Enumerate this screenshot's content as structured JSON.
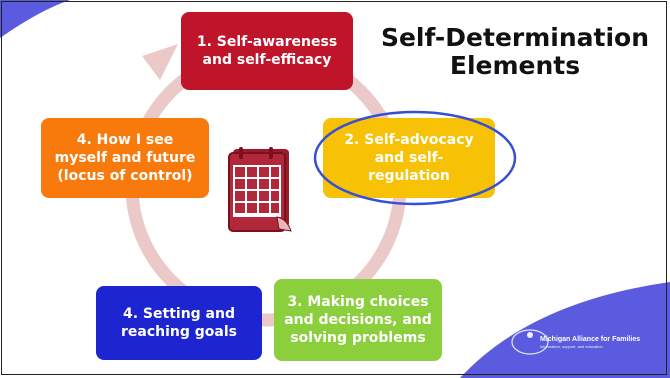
{
  "slide": {
    "title": "Self-Determination\nElements",
    "colors": {
      "cycle_ring": "#ecc9c9",
      "highlight_ellipse": "#3550d6",
      "corner_purple": "#5b5be0"
    }
  },
  "steps": [
    {
      "id": "b1",
      "label": "1. Self-awareness\nand self-efficacy",
      "color": "#c0142b"
    },
    {
      "id": "b2",
      "label": "2. Self-advocacy\nand self-\nregulation",
      "color": "#f7c205",
      "highlighted": true
    },
    {
      "id": "b3",
      "label": "3. Making choices\nand decisions, and\nsolving problems",
      "color": "#8ccf3d"
    },
    {
      "id": "b4s",
      "label": "4. Setting and\nreaching goals",
      "color": "#1d25d0"
    },
    {
      "id": "b4m",
      "label": "4. How I see\nmyself and future\n(locus of control)",
      "color": "#f97a0c"
    }
  ],
  "calendar_icon": {
    "icon": "calendar-icon",
    "color": "#9b1a2a"
  },
  "logo": {
    "name": "Michigan Alliance for Families",
    "tagline": "information, support, and education"
  }
}
